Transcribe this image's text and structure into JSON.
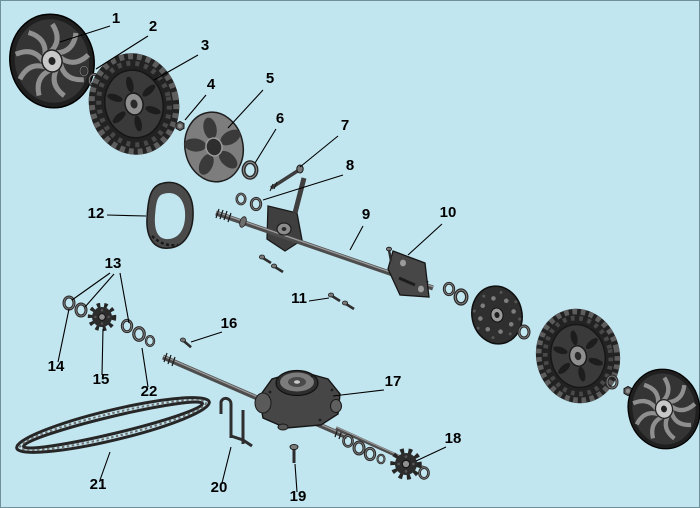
{
  "diagram": {
    "background_color": "#c2e6f0",
    "label_color": "#000000",
    "labels": [
      {
        "text": "1",
        "part": "front-wheel-cover"
      },
      {
        "text": "2",
        "part": "wheel-washers"
      },
      {
        "text": "3",
        "part": "front-tire"
      },
      {
        "text": "4",
        "part": "wheel-bolt"
      },
      {
        "text": "5",
        "part": "wheel-hub-cover"
      },
      {
        "text": "6",
        "part": "hub-washer"
      },
      {
        "text": "7",
        "part": "shoulder-bolt"
      },
      {
        "text": "8",
        "part": "spacer-rings"
      },
      {
        "text": "9",
        "part": "axle-shaft"
      },
      {
        "text": "10",
        "part": "mounting-bracket"
      },
      {
        "text": "11",
        "part": "small-bolts"
      },
      {
        "text": "12",
        "part": "belt-guard"
      },
      {
        "text": "13",
        "part": "washer-set"
      },
      {
        "text": "14",
        "part": "washer"
      },
      {
        "text": "15",
        "part": "pinion-sprocket"
      },
      {
        "text": "16",
        "part": "roll-pin"
      },
      {
        "text": "17",
        "part": "transmission"
      },
      {
        "text": "18",
        "part": "drive-sprocket"
      },
      {
        "text": "19",
        "part": "mount-bolt"
      },
      {
        "text": "20",
        "part": "adjuster-rod"
      },
      {
        "text": "21",
        "part": "drive-belt"
      },
      {
        "text": "22",
        "part": "washer-set-lower"
      }
    ]
  }
}
